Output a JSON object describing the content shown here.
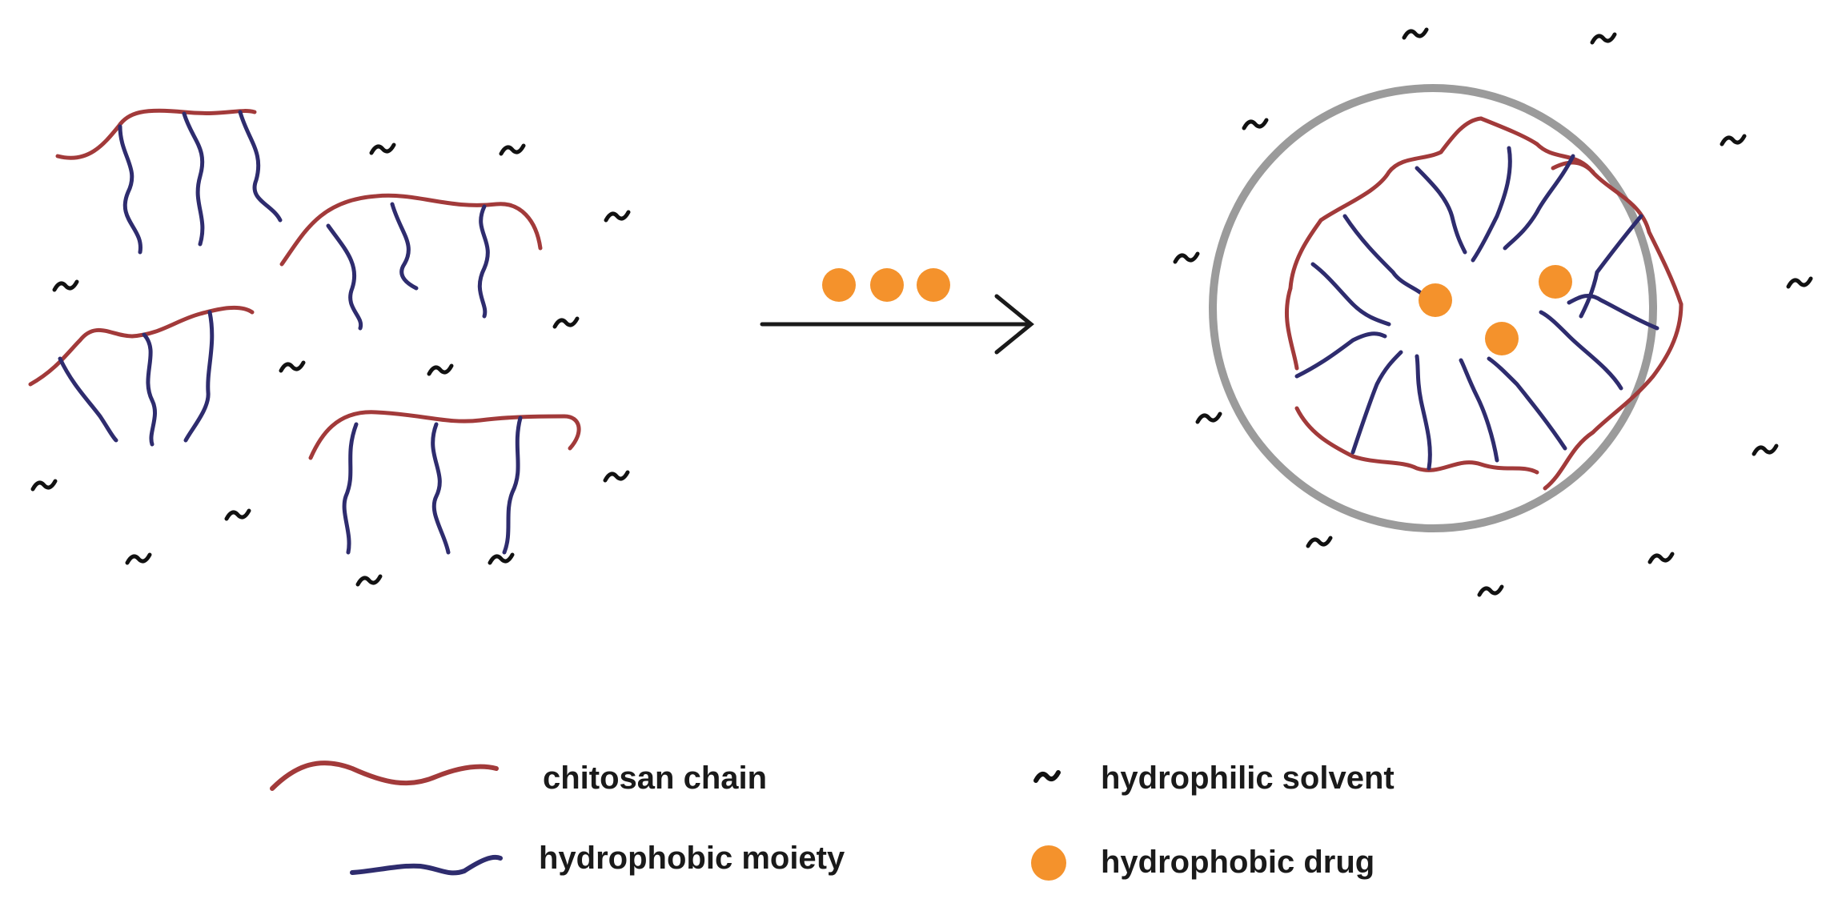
{
  "legend": {
    "chitosan_chain": "chitosan chain",
    "hydrophobic_moiety": "hydrophobic moiety",
    "hydrophilic_solvent": "hydrophilic solvent",
    "hydrophobic_drug": "hydrophobic drug"
  },
  "colors": {
    "chitosan": "#a23a3a",
    "hydrophobic": "#2e2c6e",
    "solvent": "#111111",
    "drug": "#f4922c",
    "micelle_border": "#9b9b9b",
    "arrow": "#1a1a1a"
  },
  "icons": {
    "solvent": "tilde-molecule-icon",
    "drug": "drug-dot-icon",
    "arrow": "right-arrow-icon"
  }
}
